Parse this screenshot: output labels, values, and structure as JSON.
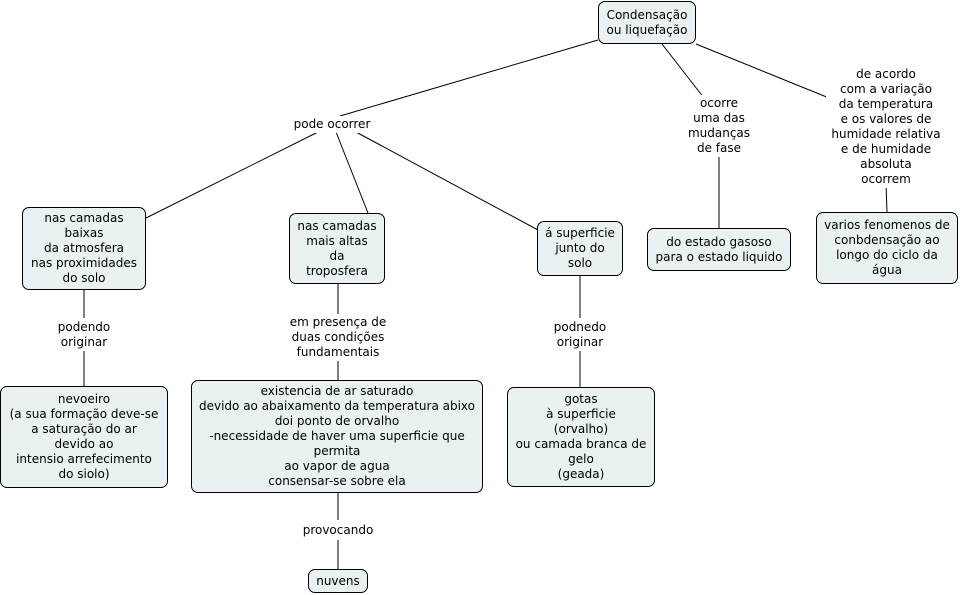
{
  "concept_map": {
    "root": "Condensação\nou liquefação",
    "links": {
      "pode_ocorrer": "pode ocorrer",
      "ocorre_mudancas": "ocorre\numa das\nmudanças\nde fase",
      "de_acordo": "de acordo\ncom a variação\nda temperatura\ne os valores de\nhumidade relativa\ne de humidade\nabsoluta\nocorrem",
      "podendo_originar": "podendo\noriginar",
      "presenca_condicoes": "em presença de\nduas condições\nfundamentais",
      "podnedo_originar": "podnedo\noriginar",
      "provocando": "provocando"
    },
    "nodes": {
      "camadas_baixas": "nas camadas\nbaixas\nda atmosfera\nnas proximidades\ndo solo",
      "camadas_altas": "nas camadas\nmais altas\nda\ntroposfera",
      "superficie_solo": "á superficie\njunto do\nsolo",
      "estado_gasoso": "do estado gasoso\npara o estado liquido",
      "varios_fenomenos": "varios fenomenos de\nconbdensação ao\nlongo do ciclo da\nágua",
      "nevoeiro": "nevoeiro\n(a sua formação deve-se\na saturação do ar\ndevido ao\nintensio arrefecimento\ndo siolo)",
      "ar_saturado": "existencia de ar saturado\ndevido ao abaixamento da temperatura abixo\ndoi ponto de orvalho\n-necessidade de haver uma superficie que\npermita\nao vapor de agua\nconsensar-se sobre ela",
      "gotas": "gotas\nà superficie\n(orvalho)\nou camada branca de\ngelo\n(geada)",
      "nuvens": "nuvens"
    }
  }
}
